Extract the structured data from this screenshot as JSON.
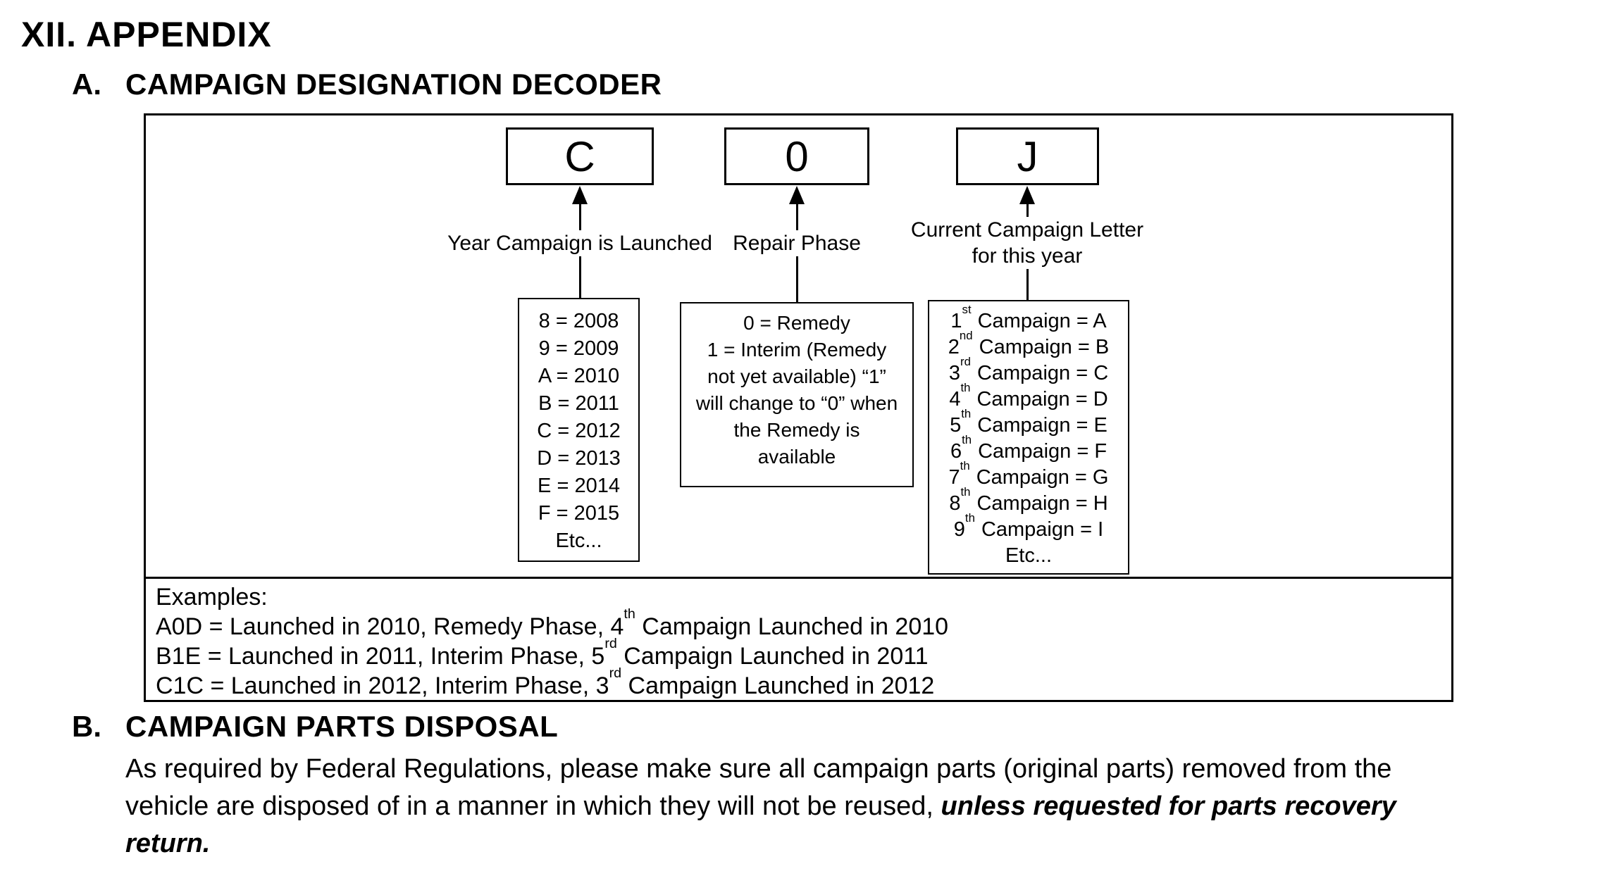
{
  "page": {
    "title": "XII. APPENDIX",
    "section_a": {
      "letter": "A.",
      "title": "CAMPAIGN DESIGNATION DECODER"
    },
    "section_b": {
      "letter": "B.",
      "title": "CAMPAIGN PARTS DISPOSAL"
    },
    "disposal": {
      "line1": "As required by Federal Regulations, please make sure all campaign parts (original parts) removed from the",
      "line2_normal": "vehicle are disposed of in a manner in which they will not be reused, ",
      "line2_emphasis": "unless requested for parts recovery",
      "line3_emphasis": "return."
    }
  },
  "decoder": {
    "codes": [
      "C",
      "0",
      "J"
    ],
    "labels": {
      "year": "Year Campaign is Launched",
      "phase": "Repair Phase",
      "letter_line1": "Current Campaign Letter",
      "letter_line2": "for this year"
    },
    "year_codes": [
      "8 = 2008",
      "9 = 2009",
      "A = 2010",
      "B = 2011",
      "C = 2012",
      "D = 2013",
      "E = 2014",
      "F = 2015",
      "Etc..."
    ],
    "phase_lines": [
      "0 = Remedy",
      "1 = Interim (Remedy",
      "not yet available) “1”",
      "will change to “0” when",
      "the Remedy is",
      "available"
    ],
    "campaign_letters": [
      {
        "n": "1",
        "suf": "st",
        "rest": "Campaign = A"
      },
      {
        "n": "2",
        "suf": "nd",
        "rest": "Campaign = B"
      },
      {
        "n": "3",
        "suf": "rd",
        "rest": "Campaign = C"
      },
      {
        "n": "4",
        "suf": "th",
        "rest": "Campaign = D"
      },
      {
        "n": "5",
        "suf": "th",
        "rest": "Campaign = E"
      },
      {
        "n": "6",
        "suf": "th",
        "rest": "Campaign = F"
      },
      {
        "n": "7",
        "suf": "th",
        "rest": "Campaign = G"
      },
      {
        "n": "8",
        "suf": "th",
        "rest": "Campaign = H"
      },
      {
        "n": "9",
        "suf": "th",
        "rest": "Campaign = I"
      }
    ],
    "campaign_letters_etc": "Etc...",
    "examples": {
      "heading": "Examples:",
      "items": [
        {
          "pre": "A0D = Launched in 2010, Remedy Phase, 4",
          "sup": "th",
          "post": " Campaign Launched in 2010"
        },
        {
          "pre": "B1E = Launched in 2011, Interim Phase, 5",
          "sup": "rd",
          "post": " Campaign Launched in 2011"
        },
        {
          "pre": "C1C = Launched in 2012, Interim Phase, 3",
          "sup": "rd",
          "post": " Campaign Launched in 2012"
        }
      ]
    }
  }
}
